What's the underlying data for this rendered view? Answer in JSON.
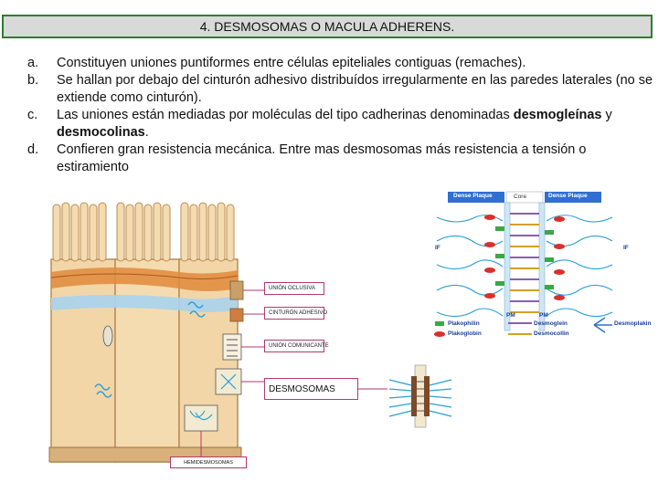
{
  "title": "4. DESMOSOMAS O MACULA ADHERENS.",
  "items": [
    {
      "marker": "a.",
      "parts": [
        {
          "text": "Constituyen uniones puntiformes entre células epiteliales contiguas (remaches).",
          "bold": false
        }
      ]
    },
    {
      "marker": "b.",
      "parts": [
        {
          "text": "Se hallan por debajo del cinturón adhesivo distribuídos irregularmente en las paredes laterales (no se extiende como cinturón).",
          "bold": false
        }
      ]
    },
    {
      "marker": "c.",
      "parts": [
        {
          "text": "Las uniones están mediadas por moléculas del tipo cadherinas denominadas ",
          "bold": false
        },
        {
          "text": "desmogleínas",
          "bold": true
        },
        {
          "text": " y ",
          "bold": false
        },
        {
          "text": "desmocolinas",
          "bold": true
        },
        {
          "text": ".",
          "bold": false
        }
      ]
    },
    {
      "marker": "d.",
      "parts": [
        {
          "text": "Confieren gran resistencia mecánica. Entre mas desmosomas más resistencia a tensión o estiramiento",
          "bold": false
        }
      ]
    }
  ],
  "cell_diagram": {
    "labels": {
      "occluding": "UNIÓN OCLUSIVA",
      "adhesive_belt": "CINTURÓN ADHESIVO",
      "communicating": "UNIÓN COMUNICANTE",
      "desmosomes": "DESMOSOMAS",
      "hemidesmosomes": "HEMIDESMOSOMAS"
    }
  },
  "molecular_diagram": {
    "dense_plaque_left": "Dense Plaque",
    "core": "Core",
    "dense_plaque_right": "Dense Plaque",
    "if_left": "IF",
    "if_right": "IF",
    "pm_left": "PM",
    "pm_right": "PM",
    "legend": {
      "plakophilin": "Plakophilin",
      "plakoglobin": "Plakoglobin",
      "desmoglein": "Desmoglein",
      "desmocollin": "Desmocollin",
      "desmoplakin": "Desmoplakin"
    }
  },
  "colors": {
    "title_border": "#2e7d32",
    "title_bg": "#d9d9d9",
    "label_border": "#b23a6e",
    "plate_blue": "#2f6fd1",
    "filament_blue": "#2a9fd6"
  }
}
